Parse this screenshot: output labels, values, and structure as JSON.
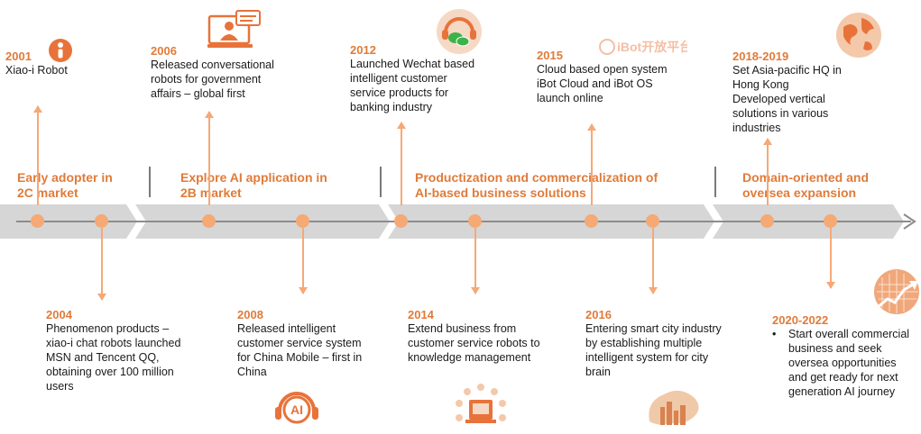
{
  "colors": {
    "accent": "#e07b39",
    "light_accent": "#f5a975",
    "band": "#d6d6d6",
    "axis": "#8c8c8c"
  },
  "phases": [
    {
      "line1": "Early adopter in",
      "line2": "2C market"
    },
    {
      "line1": "Explore AI application in",
      "line2": "2B market"
    },
    {
      "line1": "Productization and commercialization of",
      "line2": "AI-based business solutions"
    },
    {
      "line1": "Domain-oriented and",
      "line2": "oversea expansion"
    }
  ],
  "milestones": {
    "m2001": {
      "year": "2001",
      "text": [
        "Xiao-i Robot"
      ],
      "icon": "info-person-icon"
    },
    "m2006": {
      "year": "2006",
      "text": [
        "Released conversational",
        "robots for government",
        "affairs – global first"
      ],
      "icon": "laptop-chat-icon"
    },
    "m2012": {
      "year": "2012",
      "text": [
        "Launched Wechat based",
        "intelligent customer",
        "service products for",
        "banking industry"
      ],
      "icon": "wechat-headset-icon"
    },
    "m2015": {
      "year": "2015",
      "text": [
        "Cloud based open system",
        "iBot Cloud and iBot OS",
        "launch online"
      ],
      "icon": "ibot-logo-icon",
      "logo_text": "iBot开放平台"
    },
    "m2018": {
      "year": "2018-2019",
      "text": [
        "Set Asia-pacific HQ in",
        "Hong Kong",
        "Developed vertical",
        "solutions in various",
        "industries"
      ],
      "icon": "globe-icon"
    },
    "m2004": {
      "year": "2004",
      "text": [
        "Phenomenon products –",
        "xiao-i chat robots launched",
        "MSN and Tencent QQ,",
        "obtaining over 100 million",
        "users"
      ]
    },
    "m2008": {
      "year": "2008",
      "text": [
        "Released intelligent",
        "customer service system",
        "for China Mobile – first in",
        "China"
      ],
      "icon": "ai-headset-icon",
      "icon_text": "AI"
    },
    "m2014": {
      "year": "2014",
      "text": [
        "Extend business from",
        "customer service robots to",
        "knowledge management"
      ],
      "icon": "knowledge-network-icon"
    },
    "m2016": {
      "year": "2016",
      "text": [
        "Entering smart city industry",
        "by establishing multiple",
        "intelligent system for city",
        "brain"
      ],
      "icon": "city-brain-icon"
    },
    "m2020": {
      "year": "2020-2022",
      "bullet": [
        "Start overall commercial",
        "business and seek",
        "oversea opportunities",
        "and get ready for next",
        "generation AI journey"
      ],
      "icon": "growth-chart-icon"
    }
  }
}
